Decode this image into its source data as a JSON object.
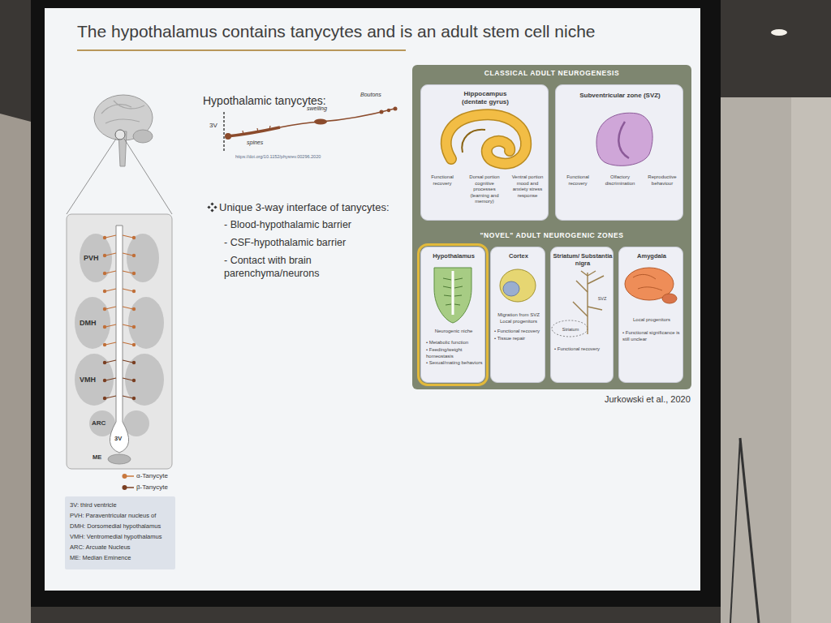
{
  "diagram": {
    "title": "The hypothalamus contains tanycytes and is an adult stem cell niche",
    "nodes": [
      {
        "text": [
          "3V: third ventricle",
          "PVH: Paraventricular nucleus of",
          "DMH: Dorsomedial hypothalamus",
          "VMH: Ventromedial hypothalamus",
          "ARC: Arcuate Nucleus",
          "ME: Median Eminence"
        ]
      },
      {
        "text": [
          "CLASSICAL ADULT NEUROGENESIS"
        ]
      },
      {
        "text": [
          "Hippocampus (dentate gyrus)",
          "Functional recovery",
          "Dorsal portion cognitive processes (learning and memory)",
          "Ventral portion mood and anxiety stress response"
        ],
        "in": 1
      },
      {
        "text": [
          "Subventricular zone (SVZ)",
          "Functional recovery",
          "Olfactory discrimination",
          "Reproductive behaviour"
        ],
        "in": 1
      },
      {
        "text": [
          "\"NOVEL\" ADULT NEUROGENIC ZONES"
        ]
      },
      {
        "text": [
          "Hypothalamus",
          "Neurogenic niche",
          "• Metabolic function",
          "• Feeding/weight homeostasis",
          "• Sexual/mating behaviors"
        ],
        "in": 4
      },
      {
        "text": [
          "Cortex",
          "Migration from SVZ Local progenitors",
          "• Functional recovery",
          "• Tissue repair"
        ],
        "in": 4
      },
      {
        "text": [
          "Striatum/ Substantia nigra",
          "Striatum",
          "SVZ",
          "• Functional recovery"
        ],
        "in": 4
      },
      {
        "text": [
          "Amygdala",
          "Local progenitors",
          "• Functional significance is still unclear"
        ],
        "in": 4
      }
    ],
    "labels": [
      "Hypothalamic tanycytes:",
      "3V",
      "spines",
      "swelling",
      "Boutons",
      "https://doi.org/10.1152/physrev.00296.2020",
      "Unique 3-way interface of tanycytes:",
      "- Blood-hypothalamic barrier",
      "- CSF-hypothalamic barrier",
      "- Contact with brain parenchyma/neurons",
      "PVH",
      "DMH",
      "VMH",
      "ARC",
      "3V",
      "ME",
      "Jurkowski et al., 2020"
    ],
    "legend": [
      {
        "text": "α-Tanycyte"
      },
      {
        "text": "β-Tanycyte"
      }
    ]
  }
}
